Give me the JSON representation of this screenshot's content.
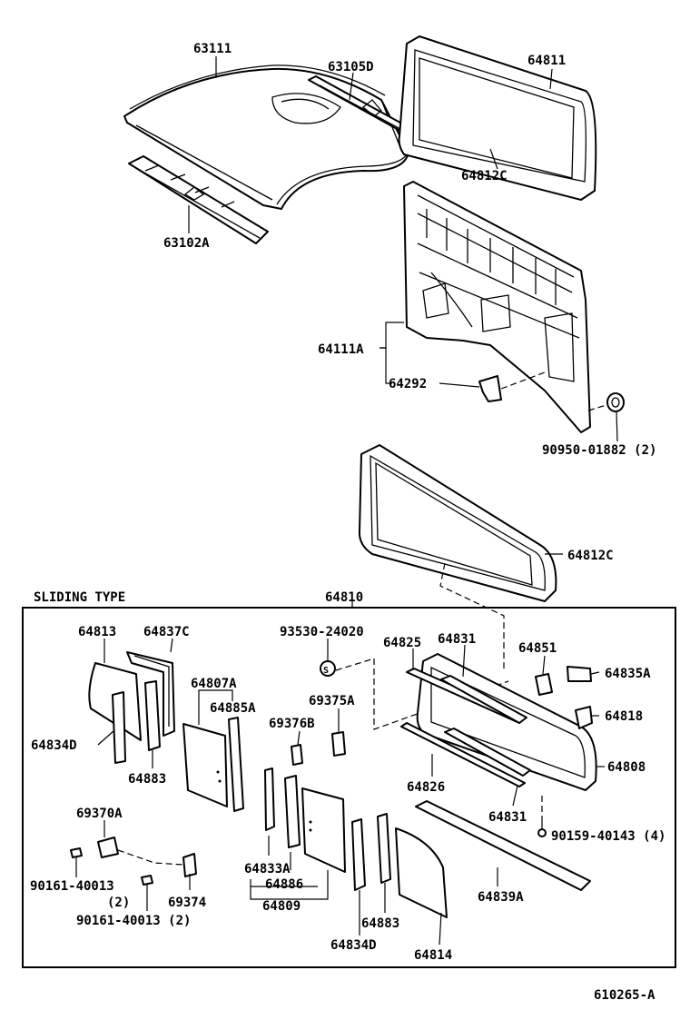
{
  "section_title": "SLIDING TYPE",
  "diagram_id": "610265-A",
  "labels": {
    "p63111": "63111",
    "p63105D": "63105D",
    "p64811": "64811",
    "p64812C_top": "64812C",
    "p63102A": "63102A",
    "p64111A": "64111A",
    "p64292": "64292",
    "p90950": "90950-01882 (2)",
    "p64812C_mid": "64812C",
    "p64810": "64810",
    "p64813": "64813",
    "p64837C": "64837C",
    "p93530": "93530-24020",
    "p64825": "64825",
    "p64831_top": "64831",
    "p64851": "64851",
    "p64835A": "64835A",
    "p64807A": "64807A",
    "p64885A": "64885A",
    "p69375A": "69375A",
    "p64834D_left": "64834D",
    "p69376B": "69376B",
    "p64818": "64818",
    "p64808": "64808",
    "p64883_left": "64883",
    "p64826": "64826",
    "p64831_bottom": "64831",
    "p69370A": "69370A",
    "p90159": "90159-40143 (4)",
    "p64833A": "64833A",
    "p64886": "64886",
    "p64809": "64809",
    "p64839A": "64839A",
    "p90161_a": "90161-40013",
    "p90161_a_qty": "(2)",
    "p69374": "69374",
    "p90161_b": "90161-40013 (2)",
    "p64883_right": "64883",
    "p64834D_right": "64834D",
    "p64814": "64814"
  }
}
